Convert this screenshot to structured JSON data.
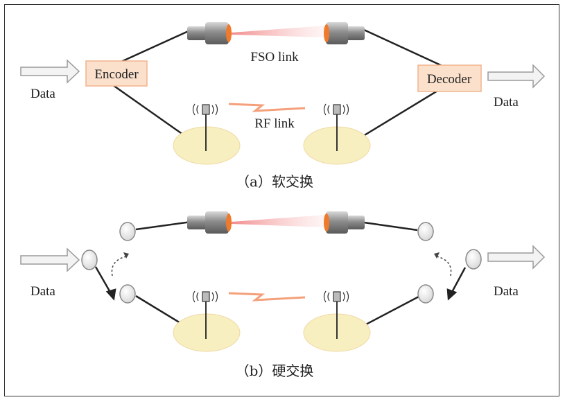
{
  "panel_a": {
    "data_in": "Data",
    "data_out": "Data",
    "encoder": "Encoder",
    "decoder": "Decoder",
    "fso_label": "FSO link",
    "rf_label": "RF link",
    "caption": "（a）软交换"
  },
  "panel_b": {
    "data_in": "Data",
    "data_out": "Data",
    "caption": "（b）硬交换"
  },
  "colors": {
    "box_fill": "#fbe1cc",
    "box_stroke": "#f1b48d",
    "disc_fill": "#f7efbf",
    "beam": "#ef8f8f",
    "rf_bolt": "#f4a07a",
    "lens": "#f07a2c"
  },
  "icons": [
    "fso-transceiver-icon",
    "rf-antenna-icon",
    "switch-node-icon",
    "arrow-icon"
  ]
}
